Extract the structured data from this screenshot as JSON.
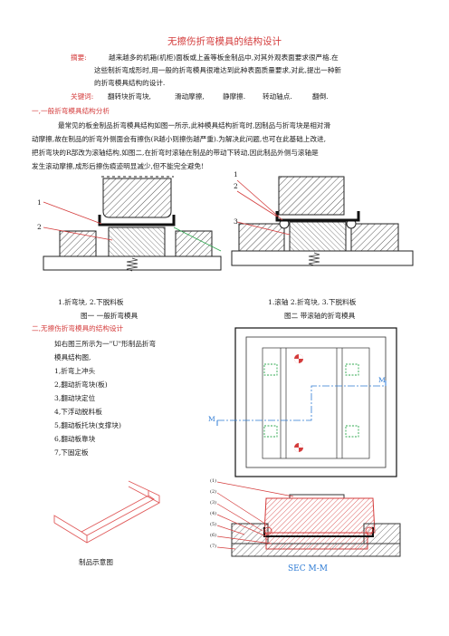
{
  "title": "无擦伤折弯模具的结构设计",
  "abstract": {
    "label": "摘要:",
    "line1": "越来越多的机箱(机柜)面板或上盖等板金制品中,对其外观表面要求很严格.在",
    "line2": "这些制折弯成形时,用一般的折弯模具很难达到此种表面质量要求,对此,提出一种新",
    "line3": "的折弯模具结构的设计."
  },
  "keywords": {
    "label": "关键词:",
    "items": [
      "翻转块折弯块,",
      "滑动摩擦,",
      "静摩擦.",
      "转动轴点.",
      "翻倒."
    ]
  },
  "section1": {
    "heading": "一,一般折弯模具结构分析",
    "p1": "最常见的板金制品折弯模具结构如图一所示,此种模具结构折弯时,因制品与折弯块是相对滑",
    "p2": "动摩擦,故在制品的折弯外侧面会有擦伤(R越小则擦伤越严重).为解决此问题,也可在此基础上改进,",
    "p3": "把折弯块的R部改为滚轴结构,如图二,在折弯时滚轴在制品的带动下转动,因此制品外侧与滚轴是",
    "p4": "发生滚动摩擦,成形后擦伤痕迹明显减少,但不能完全避免!"
  },
  "fig1": {
    "parts": "1.折弯块,     2.下脱料板",
    "caption": "图一     一般折弯模具",
    "callouts": [
      "1",
      "2"
    ]
  },
  "fig2": {
    "parts": "1.滚轴     2.折弯块,     3.下脱料板",
    "caption": "图二     带滚轴的折弯模具",
    "callouts": [
      "1",
      "2",
      "3"
    ]
  },
  "section2": {
    "heading": "二,无擦伤折弯模具的结构设计",
    "intro1": "如右图三所示为一\"U\"形制品折弯",
    "intro2": "模具结构图,",
    "items": [
      "1,折弯上冲头",
      "2,翻动折弯块(板)",
      "3,翻动块定位",
      "4,下浮动脱料板",
      "5,翻动板托块(支撑块)",
      "6,翻动板靠块",
      "7,下固定板"
    ]
  },
  "product": {
    "caption": "制品示意图"
  },
  "fig3": {
    "marks": [
      "M",
      "M"
    ],
    "sec": "SEC M-M",
    "callouts": [
      "(1)",
      "(2)",
      "(3)",
      "(4)",
      "(5)",
      "(6)",
      "(7)"
    ]
  },
  "colors": {
    "accent": "#d43c3c",
    "green": "#2fa84f"
  }
}
